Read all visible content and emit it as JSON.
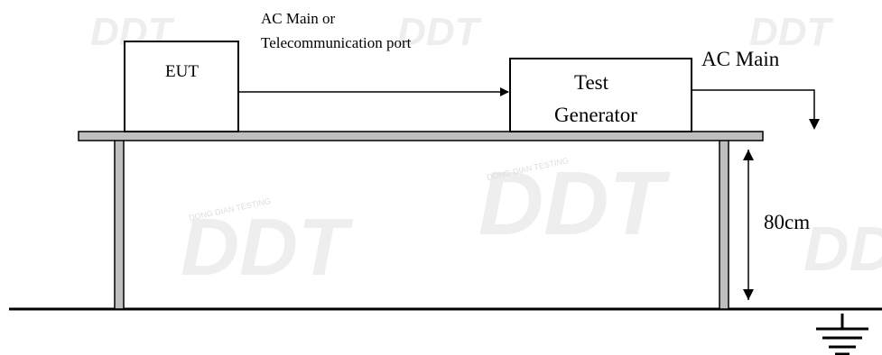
{
  "watermark": {
    "logo_text": "DDT",
    "arc_text": "DONG DIAN TESTING",
    "color": "#e6e6e6"
  },
  "diagram": {
    "eut_label": "EUT",
    "port_label_line1": "AC Main or",
    "port_label_line2": "Telecommunication port",
    "generator_label_line1": "Test",
    "generator_label_line2": "Generator",
    "ac_main_label": "AC Main",
    "height_label": "80cm"
  },
  "colors": {
    "table_fill": "#bfbfbf",
    "stroke": "#000000",
    "background": "#ffffff"
  }
}
